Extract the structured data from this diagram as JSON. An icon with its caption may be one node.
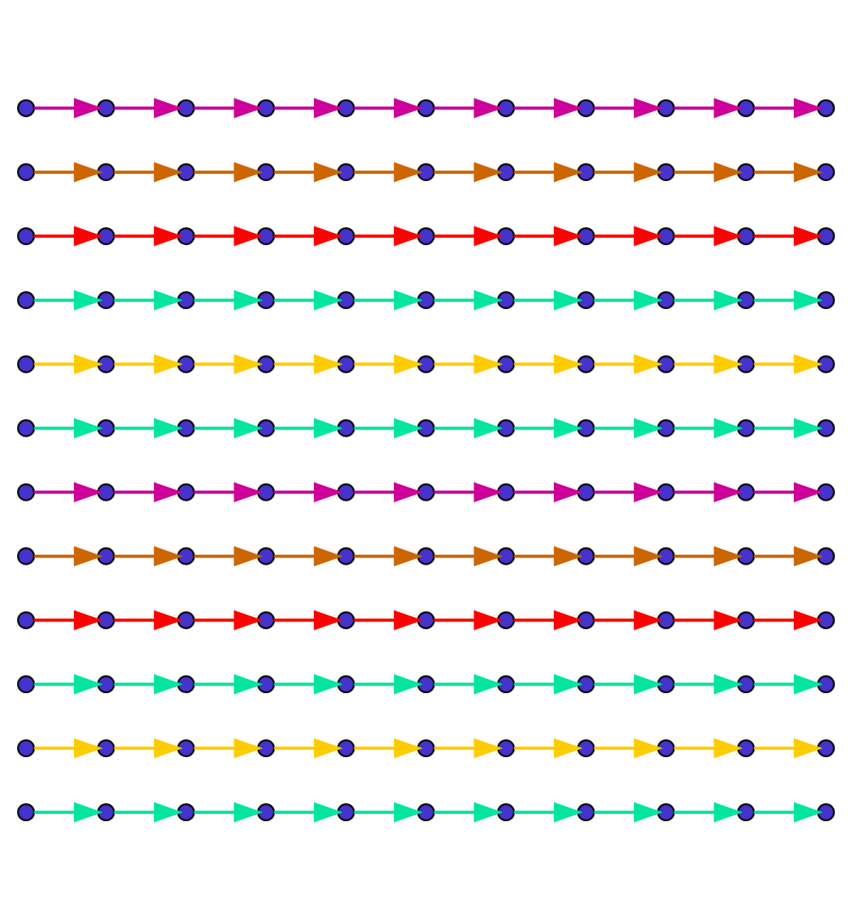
{
  "diagram": {
    "nodes": [
      {
        "text": [],
        "shape": "circle"
      },
      {
        "text": [],
        "shape": "circle"
      },
      {
        "text": [],
        "shape": "circle"
      },
      {
        "text": [],
        "shape": "circle"
      },
      {
        "text": [],
        "shape": "circle"
      },
      {
        "text": [],
        "shape": "circle"
      },
      {
        "text": [],
        "shape": "circle"
      },
      {
        "text": [],
        "shape": "circle"
      },
      {
        "text": [],
        "shape": "circle"
      },
      {
        "text": [],
        "shape": "circle"
      },
      {
        "text": [],
        "shape": "circle"
      },
      {
        "text": [],
        "shape": "circle"
      },
      {
        "text": [],
        "shape": "circle"
      },
      {
        "text": [],
        "shape": "circle"
      },
      {
        "text": [],
        "shape": "circle"
      },
      {
        "text": [],
        "shape": "circle"
      },
      {
        "text": [],
        "shape": "circle"
      },
      {
        "text": [],
        "shape": "circle"
      },
      {
        "text": [],
        "shape": "circle"
      },
      {
        "text": [],
        "shape": "circle"
      },
      {
        "text": [],
        "shape": "circle"
      },
      {
        "text": [],
        "shape": "circle"
      },
      {
        "text": [],
        "shape": "circle"
      },
      {
        "text": [],
        "shape": "circle"
      },
      {
        "text": [],
        "shape": "circle"
      },
      {
        "text": [],
        "shape": "circle"
      },
      {
        "text": [],
        "shape": "circle"
      },
      {
        "text": [],
        "shape": "circle"
      },
      {
        "text": [],
        "shape": "circle"
      },
      {
        "text": [],
        "shape": "circle"
      },
      {
        "text": [],
        "shape": "circle"
      },
      {
        "text": [],
        "shape": "circle"
      },
      {
        "text": [],
        "shape": "circle"
      },
      {
        "text": [],
        "shape": "circle"
      },
      {
        "text": [],
        "shape": "circle"
      },
      {
        "text": [],
        "shape": "circle"
      },
      {
        "text": [],
        "shape": "circle"
      },
      {
        "text": [],
        "shape": "circle"
      },
      {
        "text": [],
        "shape": "circle"
      },
      {
        "text": [],
        "shape": "circle"
      },
      {
        "text": [],
        "shape": "circle"
      },
      {
        "text": [],
        "shape": "circle"
      },
      {
        "text": [],
        "shape": "circle"
      },
      {
        "text": [],
        "shape": "circle"
      },
      {
        "text": [],
        "shape": "circle"
      },
      {
        "text": [],
        "shape": "circle"
      },
      {
        "text": [],
        "shape": "circle"
      },
      {
        "text": [],
        "shape": "circle"
      },
      {
        "text": [],
        "shape": "circle"
      },
      {
        "text": [],
        "shape": "circle"
      },
      {
        "text": [],
        "shape": "circle"
      },
      {
        "text": [],
        "shape": "circle"
      },
      {
        "text": [],
        "shape": "circle"
      },
      {
        "text": [],
        "shape": "circle"
      },
      {
        "text": [],
        "shape": "circle"
      },
      {
        "text": [],
        "shape": "circle"
      },
      {
        "text": [],
        "shape": "circle"
      },
      {
        "text": [],
        "shape": "circle"
      },
      {
        "text": [],
        "shape": "circle"
      },
      {
        "text": [],
        "shape": "circle"
      },
      {
        "text": [],
        "shape": "circle"
      },
      {
        "text": [],
        "shape": "circle"
      },
      {
        "text": [],
        "shape": "circle"
      },
      {
        "text": [],
        "shape": "circle"
      },
      {
        "text": [],
        "shape": "circle"
      },
      {
        "text": [],
        "shape": "circle"
      },
      {
        "text": [],
        "shape": "circle"
      },
      {
        "text": [],
        "shape": "circle"
      },
      {
        "text": [],
        "shape": "circle"
      },
      {
        "text": [],
        "shape": "circle"
      },
      {
        "text": [],
        "shape": "circle"
      },
      {
        "text": [],
        "shape": "circle"
      },
      {
        "text": [],
        "shape": "circle"
      },
      {
        "text": [],
        "shape": "circle"
      },
      {
        "text": [],
        "shape": "circle"
      },
      {
        "text": [],
        "shape": "circle"
      },
      {
        "text": [],
        "shape": "circle"
      },
      {
        "text": [],
        "shape": "circle"
      },
      {
        "text": [],
        "shape": "circle"
      },
      {
        "text": [],
        "shape": "circle"
      },
      {
        "text": [],
        "shape": "circle"
      },
      {
        "text": [],
        "shape": "circle"
      },
      {
        "text": [],
        "shape": "circle"
      },
      {
        "text": [],
        "shape": "circle"
      },
      {
        "text": [],
        "shape": "circle"
      },
      {
        "text": [],
        "shape": "circle"
      },
      {
        "text": [],
        "shape": "circle"
      },
      {
        "text": [],
        "shape": "circle"
      },
      {
        "text": [],
        "shape": "circle"
      },
      {
        "text": [],
        "shape": "circle"
      },
      {
        "text": [],
        "shape": "circle"
      },
      {
        "text": [],
        "shape": "circle"
      },
      {
        "text": [],
        "shape": "circle"
      },
      {
        "text": [],
        "shape": "circle"
      },
      {
        "text": [],
        "shape": "circle"
      },
      {
        "text": [],
        "shape": "circle"
      },
      {
        "text": [],
        "shape": "circle"
      },
      {
        "text": [],
        "shape": "circle"
      },
      {
        "text": [],
        "shape": "circle"
      },
      {
        "text": [],
        "shape": "circle"
      },
      {
        "text": [],
        "shape": "circle"
      },
      {
        "text": [],
        "shape": "circle"
      },
      {
        "text": [],
        "shape": "circle"
      },
      {
        "text": [],
        "shape": "circle"
      },
      {
        "text": [],
        "shape": "circle"
      },
      {
        "text": [],
        "shape": "circle"
      },
      {
        "text": [],
        "shape": "circle"
      },
      {
        "text": [],
        "shape": "circle"
      },
      {
        "text": [],
        "shape": "circle"
      },
      {
        "text": [],
        "shape": "circle"
      },
      {
        "text": [],
        "shape": "circle"
      },
      {
        "text": [],
        "shape": "circle"
      },
      {
        "text": [],
        "shape": "circle"
      },
      {
        "text": [],
        "shape": "circle"
      },
      {
        "text": [],
        "shape": "circle"
      },
      {
        "text": [],
        "shape": "circle"
      },
      {
        "text": [],
        "shape": "circle"
      },
      {
        "text": [],
        "shape": "circle"
      },
      {
        "text": [],
        "shape": "circle"
      },
      {
        "text": [],
        "shape": "circle"
      },
      {
        "text": [],
        "shape": "circle"
      },
      {
        "text": [],
        "shape": "circle"
      },
      {
        "text": [],
        "shape": "circle"
      },
      {
        "text": [],
        "shape": "circle"
      },
      {
        "text": [],
        "shape": "circle"
      },
      {
        "text": [],
        "shape": "circle"
      },
      {
        "text": [],
        "shape": "circle"
      },
      {
        "text": [],
        "shape": "circle"
      },
      {
        "text": [],
        "shape": "circle"
      },
      {
        "text": [],
        "shape": "circle"
      },
      {
        "text": [],
        "shape": "circle"
      },
      {
        "text": [],
        "shape": "circle"
      }
    ],
    "edges": [
      {
        "from": 0,
        "to": 1,
        "arrow": "to",
        "color": "#00e5a0"
      },
      {
        "from": 1,
        "to": 2,
        "arrow": "to",
        "color": "#00e5a0"
      },
      {
        "from": 2,
        "to": 3,
        "arrow": "to",
        "color": "#00e5a0"
      },
      {
        "from": 3,
        "to": 4,
        "arrow": "to",
        "color": "#00e5a0"
      },
      {
        "from": 4,
        "to": 5,
        "arrow": "to",
        "color": "#00e5a0"
      },
      {
        "from": 5,
        "to": 6,
        "arrow": "to",
        "color": "#00e5a0"
      },
      {
        "from": 6,
        "to": 7,
        "arrow": "to",
        "color": "#00e5a0"
      },
      {
        "from": 7,
        "to": 8,
        "arrow": "to",
        "color": "#00e5a0"
      },
      {
        "from": 8,
        "to": 9,
        "arrow": "to",
        "color": "#00e5a0"
      },
      {
        "from": 9,
        "to": 10,
        "arrow": "to",
        "color": "#00e5a0"
      },
      {
        "from": 11,
        "to": 12,
        "arrow": "to",
        "color": "#ffcc00"
      },
      {
        "from": 12,
        "to": 13,
        "arrow": "to",
        "color": "#ffcc00"
      },
      {
        "from": 13,
        "to": 14,
        "arrow": "to",
        "color": "#ffcc00"
      },
      {
        "from": 14,
        "to": 15,
        "arrow": "to",
        "color": "#ffcc00"
      },
      {
        "from": 15,
        "to": 16,
        "arrow": "to",
        "color": "#ffcc00"
      },
      {
        "from": 16,
        "to": 17,
        "arrow": "to",
        "color": "#ffcc00"
      },
      {
        "from": 17,
        "to": 18,
        "arrow": "to",
        "color": "#ffcc00"
      },
      {
        "from": 18,
        "to": 19,
        "arrow": "to",
        "color": "#ffcc00"
      },
      {
        "from": 19,
        "to": 20,
        "arrow": "to",
        "color": "#ffcc00"
      },
      {
        "from": 20,
        "to": 21,
        "arrow": "to",
        "color": "#ffcc00"
      },
      {
        "from": 22,
        "to": 23,
        "arrow": "to",
        "color": "#00e5a0"
      },
      {
        "from": 23,
        "to": 24,
        "arrow": "to",
        "color": "#00e5a0"
      },
      {
        "from": 24,
        "to": 25,
        "arrow": "to",
        "color": "#00e5a0"
      },
      {
        "from": 25,
        "to": 26,
        "arrow": "to",
        "color": "#00e5a0"
      },
      {
        "from": 26,
        "to": 27,
        "arrow": "to",
        "color": "#00e5a0"
      },
      {
        "from": 27,
        "to": 28,
        "arrow": "to",
        "color": "#00e5a0"
      },
      {
        "from": 28,
        "to": 29,
        "arrow": "to",
        "color": "#00e5a0"
      },
      {
        "from": 29,
        "to": 30,
        "arrow": "to",
        "color": "#00e5a0"
      },
      {
        "from": 30,
        "to": 31,
        "arrow": "to",
        "color": "#00e5a0"
      },
      {
        "from": 31,
        "to": 32,
        "arrow": "to",
        "color": "#00e5a0"
      },
      {
        "from": 33,
        "to": 34,
        "arrow": "to",
        "color": "#ff0000"
      },
      {
        "from": 34,
        "to": 35,
        "arrow": "to",
        "color": "#ff0000"
      },
      {
        "from": 35,
        "to": 36,
        "arrow": "to",
        "color": "#ff0000"
      },
      {
        "from": 36,
        "to": 37,
        "arrow": "to",
        "color": "#ff0000"
      },
      {
        "from": 37,
        "to": 38,
        "arrow": "to",
        "color": "#ff0000"
      },
      {
        "from": 38,
        "to": 39,
        "arrow": "to",
        "color": "#ff0000"
      },
      {
        "from": 39,
        "to": 40,
        "arrow": "to",
        "color": "#ff0000"
      },
      {
        "from": 40,
        "to": 41,
        "arrow": "to",
        "color": "#ff0000"
      },
      {
        "from": 41,
        "to": 42,
        "arrow": "to",
        "color": "#ff0000"
      },
      {
        "from": 42,
        "to": 43,
        "arrow": "to",
        "color": "#ff0000"
      },
      {
        "from": 44,
        "to": 45,
        "arrow": "to",
        "color": "#cc6600"
      },
      {
        "from": 45,
        "to": 46,
        "arrow": "to",
        "color": "#cc6600"
      },
      {
        "from": 46,
        "to": 47,
        "arrow": "to",
        "color": "#cc6600"
      },
      {
        "from": 47,
        "to": 48,
        "arrow": "to",
        "color": "#cc6600"
      },
      {
        "from": 48,
        "to": 49,
        "arrow": "to",
        "color": "#cc6600"
      },
      {
        "from": 49,
        "to": 50,
        "arrow": "to",
        "color": "#cc6600"
      },
      {
        "from": 50,
        "to": 51,
        "arrow": "to",
        "color": "#cc6600"
      },
      {
        "from": 51,
        "to": 52,
        "arrow": "to",
        "color": "#cc6600"
      },
      {
        "from": 52,
        "to": 53,
        "arrow": "to",
        "color": "#cc6600"
      },
      {
        "from": 53,
        "to": 54,
        "arrow": "to",
        "color": "#cc6600"
      },
      {
        "from": 55,
        "to": 56,
        "arrow": "to",
        "color": "#cc0099"
      },
      {
        "from": 56,
        "to": 57,
        "arrow": "to",
        "color": "#cc0099"
      },
      {
        "from": 57,
        "to": 58,
        "arrow": "to",
        "color": "#cc0099"
      },
      {
        "from": 58,
        "to": 59,
        "arrow": "to",
        "color": "#cc0099"
      },
      {
        "from": 59,
        "to": 60,
        "arrow": "to",
        "color": "#cc0099"
      },
      {
        "from": 60,
        "to": 61,
        "arrow": "to",
        "color": "#cc0099"
      },
      {
        "from": 61,
        "to": 62,
        "arrow": "to",
        "color": "#cc0099"
      },
      {
        "from": 62,
        "to": 63,
        "arrow": "to",
        "color": "#cc0099"
      },
      {
        "from": 63,
        "to": 64,
        "arrow": "to",
        "color": "#cc0099"
      },
      {
        "from": 64,
        "to": 65,
        "arrow": "to",
        "color": "#cc0099"
      },
      {
        "from": 66,
        "to": 67,
        "arrow": "to",
        "color": "#00e5a0"
      },
      {
        "from": 67,
        "to": 68,
        "arrow": "to",
        "color": "#00e5a0"
      },
      {
        "from": 68,
        "to": 69,
        "arrow": "to",
        "color": "#00e5a0"
      },
      {
        "from": 69,
        "to": 70,
        "arrow": "to",
        "color": "#00e5a0"
      },
      {
        "from": 70,
        "to": 71,
        "arrow": "to",
        "color": "#00e5a0"
      },
      {
        "from": 71,
        "to": 72,
        "arrow": "to",
        "color": "#00e5a0"
      },
      {
        "from": 72,
        "to": 73,
        "arrow": "to",
        "color": "#00e5a0"
      },
      {
        "from": 73,
        "to": 74,
        "arrow": "to",
        "color": "#00e5a0"
      },
      {
        "from": 74,
        "to": 75,
        "arrow": "to",
        "color": "#00e5a0"
      },
      {
        "from": 75,
        "to": 76,
        "arrow": "to",
        "color": "#00e5a0"
      },
      {
        "from": 77,
        "to": 78,
        "arrow": "to",
        "color": "#ffcc00"
      },
      {
        "from": 78,
        "to": 79,
        "arrow": "to",
        "color": "#ffcc00"
      },
      {
        "from": 79,
        "to": 80,
        "arrow": "to",
        "color": "#ffcc00"
      },
      {
        "from": 80,
        "to": 81,
        "arrow": "to",
        "color": "#ffcc00"
      },
      {
        "from": 81,
        "to": 82,
        "arrow": "to",
        "color": "#ffcc00"
      },
      {
        "from": 82,
        "to": 83,
        "arrow": "to",
        "color": "#ffcc00"
      },
      {
        "from": 83,
        "to": 84,
        "arrow": "to",
        "color": "#ffcc00"
      },
      {
        "from": 84,
        "to": 85,
        "arrow": "to",
        "color": "#ffcc00"
      },
      {
        "from": 85,
        "to": 86,
        "arrow": "to",
        "color": "#ffcc00"
      },
      {
        "from": 86,
        "to": 87,
        "arrow": "to",
        "color": "#ffcc00"
      },
      {
        "from": 88,
        "to": 89,
        "arrow": "to",
        "color": "#00e5a0"
      },
      {
        "from": 89,
        "to": 90,
        "arrow": "to",
        "color": "#00e5a0"
      },
      {
        "from": 90,
        "to": 91,
        "arrow": "to",
        "color": "#00e5a0"
      },
      {
        "from": 91,
        "to": 92,
        "arrow": "to",
        "color": "#00e5a0"
      },
      {
        "from": 92,
        "to": 93,
        "arrow": "to",
        "color": "#00e5a0"
      },
      {
        "from": 93,
        "to": 94,
        "arrow": "to",
        "color": "#00e5a0"
      },
      {
        "from": 94,
        "to": 95,
        "arrow": "to",
        "color": "#00e5a0"
      },
      {
        "from": 95,
        "to": 96,
        "arrow": "to",
        "color": "#00e5a0"
      },
      {
        "from": 96,
        "to": 97,
        "arrow": "to",
        "color": "#00e5a0"
      },
      {
        "from": 97,
        "to": 98,
        "arrow": "to",
        "color": "#00e5a0"
      },
      {
        "from": 99,
        "to": 100,
        "arrow": "to",
        "color": "#ff0000"
      },
      {
        "from": 100,
        "to": 101,
        "arrow": "to",
        "color": "#ff0000"
      },
      {
        "from": 101,
        "to": 102,
        "arrow": "to",
        "color": "#ff0000"
      },
      {
        "from": 102,
        "to": 103,
        "arrow": "to",
        "color": "#ff0000"
      },
      {
        "from": 103,
        "to": 104,
        "arrow": "to",
        "color": "#ff0000"
      },
      {
        "from": 104,
        "to": 105,
        "arrow": "to",
        "color": "#ff0000"
      },
      {
        "from": 105,
        "to": 106,
        "arrow": "to",
        "color": "#ff0000"
      },
      {
        "from": 106,
        "to": 107,
        "arrow": "to",
        "color": "#ff0000"
      },
      {
        "from": 107,
        "to": 108,
        "arrow": "to",
        "color": "#ff0000"
      },
      {
        "from": 108,
        "to": 109,
        "arrow": "to",
        "color": "#ff0000"
      },
      {
        "from": 110,
        "to": 111,
        "arrow": "to",
        "color": "#cc6600"
      },
      {
        "from": 111,
        "to": 112,
        "arrow": "to",
        "color": "#cc6600"
      },
      {
        "from": 112,
        "to": 113,
        "arrow": "to",
        "color": "#cc6600"
      },
      {
        "from": 113,
        "to": 114,
        "arrow": "to",
        "color": "#cc6600"
      },
      {
        "from": 114,
        "to": 115,
        "arrow": "to",
        "color": "#cc6600"
      },
      {
        "from": 115,
        "to": 116,
        "arrow": "to",
        "color": "#cc6600"
      },
      {
        "from": 116,
        "to": 117,
        "arrow": "to",
        "color": "#cc6600"
      },
      {
        "from": 117,
        "to": 118,
        "arrow": "to",
        "color": "#cc6600"
      },
      {
        "from": 118,
        "to": 119,
        "arrow": "to",
        "color": "#cc6600"
      },
      {
        "from": 119,
        "to": 120,
        "arrow": "to",
        "color": "#cc6600"
      },
      {
        "from": 121,
        "to": 122,
        "arrow": "to",
        "color": "#cc0099"
      },
      {
        "from": 122,
        "to": 123,
        "arrow": "to",
        "color": "#cc0099"
      },
      {
        "from": 123,
        "to": 124,
        "arrow": "to",
        "color": "#cc0099"
      },
      {
        "from": 124,
        "to": 125,
        "arrow": "to",
        "color": "#cc0099"
      },
      {
        "from": 125,
        "to": 126,
        "arrow": "to",
        "color": "#cc0099"
      },
      {
        "from": 126,
        "to": 127,
        "arrow": "to",
        "color": "#cc0099"
      },
      {
        "from": 127,
        "to": 128,
        "arrow": "to",
        "color": "#cc0099"
      },
      {
        "from": 128,
        "to": 129,
        "arrow": "to",
        "color": "#cc0099"
      },
      {
        "from": 129,
        "to": 130,
        "arrow": "to",
        "color": "#cc0099"
      },
      {
        "from": 130,
        "to": 131,
        "arrow": "to",
        "color": "#cc0099"
      }
    ]
  }
}
